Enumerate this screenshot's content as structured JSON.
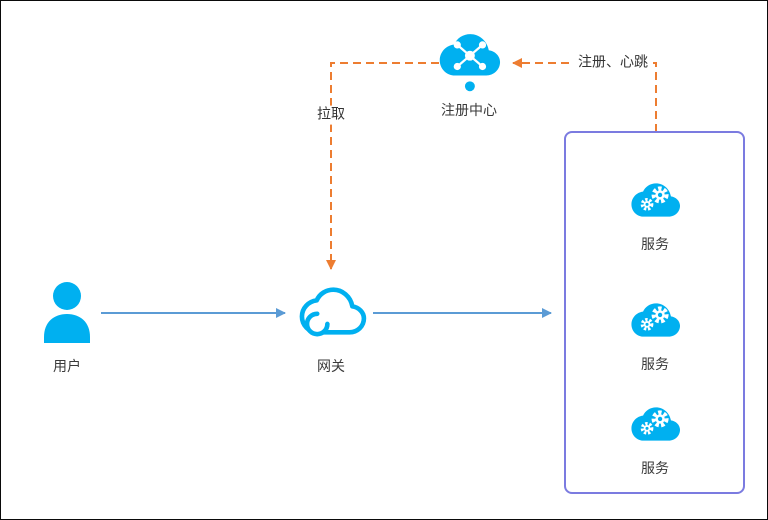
{
  "diagram": {
    "user": {
      "label": "用户"
    },
    "gateway": {
      "label": "网关"
    },
    "registry": {
      "label": "注册中心"
    },
    "service_box": {
      "services": [
        {
          "label": "服务"
        },
        {
          "label": "服务"
        },
        {
          "label": "服务"
        }
      ]
    },
    "edges": {
      "pull": {
        "label": "拉取"
      },
      "register_heartbeat": {
        "label": "注册、心跳"
      }
    },
    "colors": {
      "icon_fill": "#00b0f0",
      "solid_arrow": "#5b9bd5",
      "dashed_arrow": "#ed7d31",
      "service_box_border": "#7b7be0",
      "label_text": "#3a3a3a",
      "background": "#ffffff"
    }
  }
}
